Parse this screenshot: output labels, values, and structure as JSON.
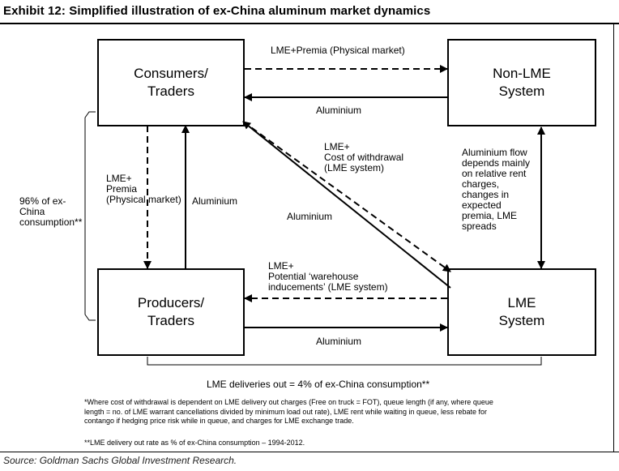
{
  "title": "Exhibit 12: Simplified illustration of ex-China aluminum market dynamics",
  "source": "Source: Goldman Sachs Global Investment Research.",
  "boxes": {
    "consumers": "Consumers/\nTraders",
    "non_lme": "Non-LME\nSystem",
    "producers": "Producers/\nTraders",
    "lme": "LME\nSystem"
  },
  "labels": {
    "lme_premia_physical": "LME+Premia (Physical market)",
    "aluminium_top": "Aluminium",
    "cost_of_withdrawal": "LME+\nCost of withdrawal\n(LME system)",
    "aluminium_flow": "Aluminium flow\ndepends mainly\non relative rent\ncharges,\nchanges in\nexpected\npremia, LME\nspreads",
    "lme_premia_left": "LME+\nPremia\n(Physical market)",
    "aluminium_up": "Aluminium",
    "aluminium_diagonal": "Aluminium",
    "consumption_share": "96% of ex-\nChina\nconsumption**",
    "warehouse_inducements": "LME+\nPotential ‘warehouse\ninducements’ (LME system)",
    "aluminium_bottom": "Aluminium",
    "lme_deliveries": "LME deliveries out = 4% of ex-China consumption**"
  },
  "notes": {
    "footnote_1": "*Where cost of withdrawal is dependent on LME delivery out charges (Free on truck = FOT), queue length (if any, where queue\nlength = no. of LME warrant cancellations divided by minimum load out rate), LME rent while waiting in queue, less rebate for\ncontango if hedging price risk while in queue, and charges for LME exchange trade.",
    "footnote_2": "**LME delivery out rate as % of ex-China consumption – 1994-2012."
  }
}
